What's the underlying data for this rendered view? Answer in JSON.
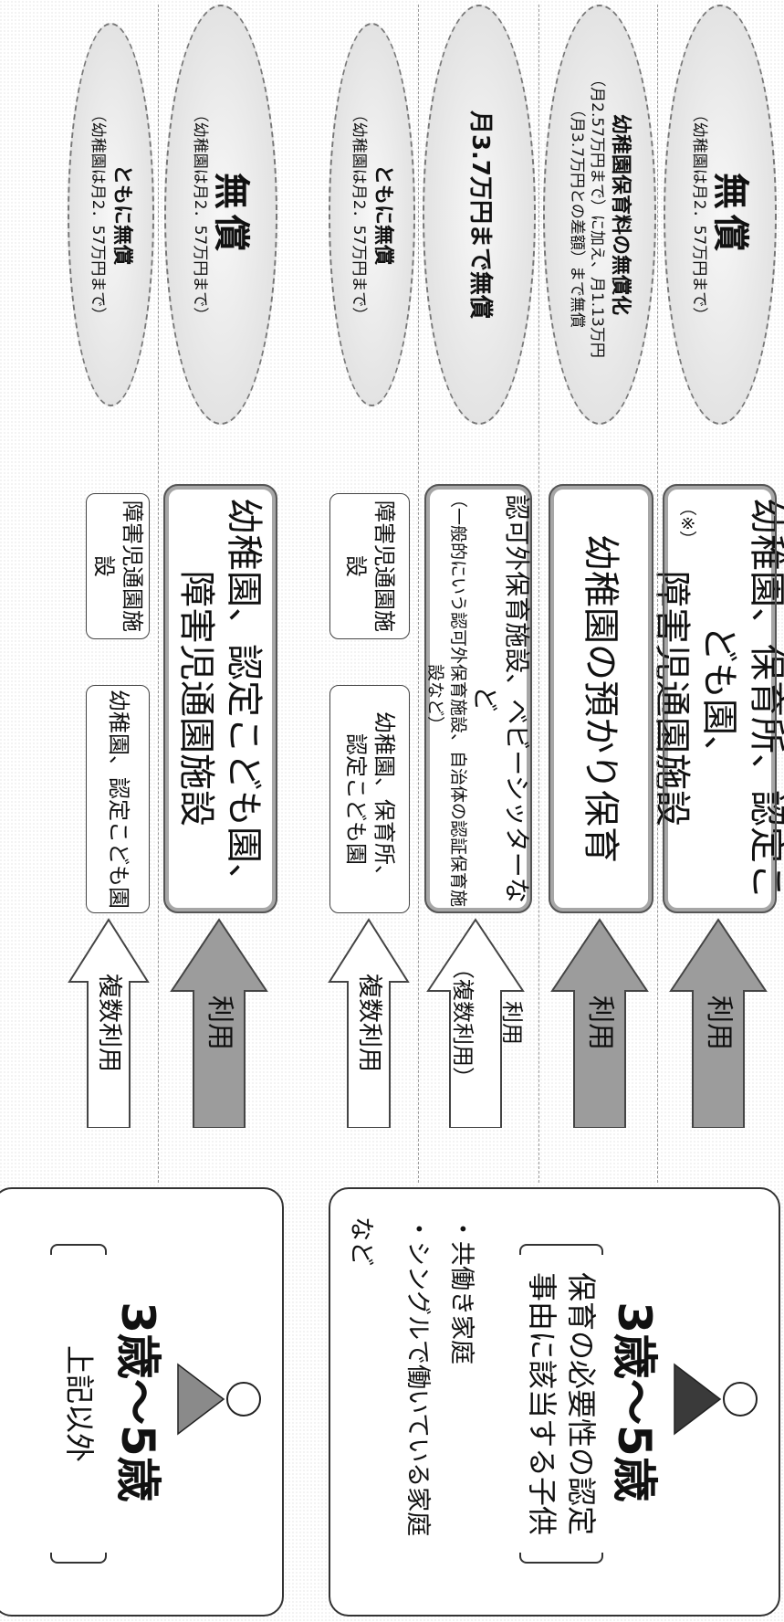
{
  "group1": {
    "age": "3歳～5歳",
    "condition_line1": "保育の必要性の認定",
    "condition_line2": "事由に該当する子供",
    "bullets": [
      "・共働き家庭",
      "・シングルで働いている家庭",
      "など"
    ],
    "rows": [
      {
        "arrow": "利用",
        "facility_line1": "幼稚園、保育所、認定こども園、",
        "facility_line2": "障害児通園施設",
        "note": "（※）",
        "benefit_main": "無償",
        "benefit_sub": "（幼稚園は月2．57万円まで）"
      },
      {
        "arrow": "利用",
        "facility_line1": "幼稚園の預かり保育",
        "benefit_line1": "幼稚園保育料の無償化",
        "benefit_line2": "（月2.57万円まで）に加え、月1.13万円",
        "benefit_line3": "（月3.7万円との差額）まで無償"
      },
      {
        "arrow_line1": "利用",
        "arrow_line2": "（複数利用）",
        "facility_line1": "認可外保育施設、ベビーシッターなど",
        "facility_line2": "（一般的にいう認可外保育施設、自治体の認証保育施設など）",
        "benefit_main": "月3.7万円まで無償"
      },
      {
        "arrow": "複数利用",
        "facility_a_line1": "幼稚園、保育所、",
        "facility_a_line2": "認定こども園",
        "facility_b": "障害児通園施設",
        "benefit_main": "ともに無償",
        "benefit_sub": "（幼稚園は月2．57万円まで）"
      }
    ]
  },
  "group2": {
    "age": "3歳～5歳",
    "condition_line1": "上記以外",
    "rows": [
      {
        "arrow": "利用",
        "facility_line1": "幼稚園、認定こども園、",
        "facility_line2": "障害児通園施設",
        "benefit_main": "無償",
        "benefit_sub": "（幼稚園は月2．57万円まで）"
      },
      {
        "arrow": "複数利用",
        "facility_a": "幼稚園、認定こども園",
        "facility_b": "障害児通園施設",
        "benefit_main": "ともに無償",
        "benefit_sub": "（幼稚園は月2．57万円まで）"
      }
    ]
  },
  "colors": {
    "dark_arrow": "#9c9c9c",
    "light_arrow": "#ffffff",
    "box_border": "#a6a6a6",
    "oval_fill": "#e3e3e3"
  },
  "icons": [
    "person-icon",
    "plus-icon",
    "arrow-icon"
  ]
}
